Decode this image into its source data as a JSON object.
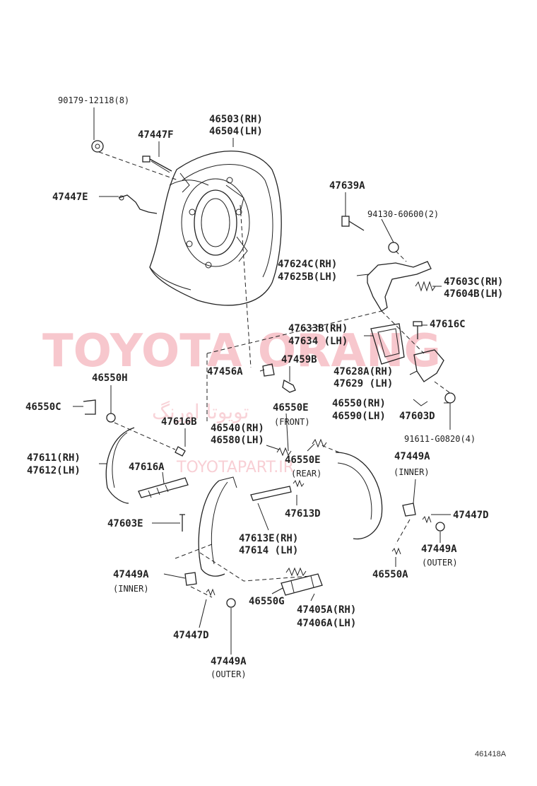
{
  "watermark": {
    "main": "TOYOTA ORANG",
    "sub": "TOYOTAPART.IR",
    "persian": "تویوتا اورنگ"
  },
  "figure_code": "461418A",
  "labels": {
    "l1": "90179-12118(8)",
    "l2": "46503(RH)",
    "l3": "46504(LH)",
    "l4": "47447F",
    "l5": "47447E",
    "l6": "47639A",
    "l7": "94130-60600(2)",
    "l8": "47624C(RH)",
    "l9": "47625B(LH)",
    "l10": "47603C(RH)",
    "l11": "47604B(LH)",
    "l12": "47633B(RH)",
    "l13": "47634  (LH)",
    "l14": "47616C",
    "l15": "47456A",
    "l16": "47459B",
    "l17": "47628A(RH)",
    "l18": "47629  (LH)",
    "l19": "46550H",
    "l20": "46550C",
    "l21": "46550E",
    "l22": "(FRONT)",
    "l23": "46550(RH)",
    "l24": "46590(LH)",
    "l25": "47603D",
    "l26": "91611-G0820(4)",
    "l27": "47616B",
    "l28": "46540(RH)",
    "l29": "46580(LH)",
    "l30": "47611(RH)",
    "l31": "47612(LH)",
    "l32": "46550E",
    "l33": "(REAR)",
    "l34": "47449A",
    "l35": "(INNER)",
    "l36": "47616A",
    "l37": "47613D",
    "l38": "47447D",
    "l39": "47603E",
    "l40": "47613E(RH)",
    "l41": "47614  (LH)",
    "l42": "47449A",
    "l43": "(OUTER)",
    "l44": "46550A",
    "l45": "47449A",
    "l46": "(INNER)",
    "l47": "46550G",
    "l48": "47405A(RH)",
    "l49": "47406A(LH)",
    "l50": "47447D",
    "l51": "47449A",
    "l52": "(OUTER)"
  }
}
